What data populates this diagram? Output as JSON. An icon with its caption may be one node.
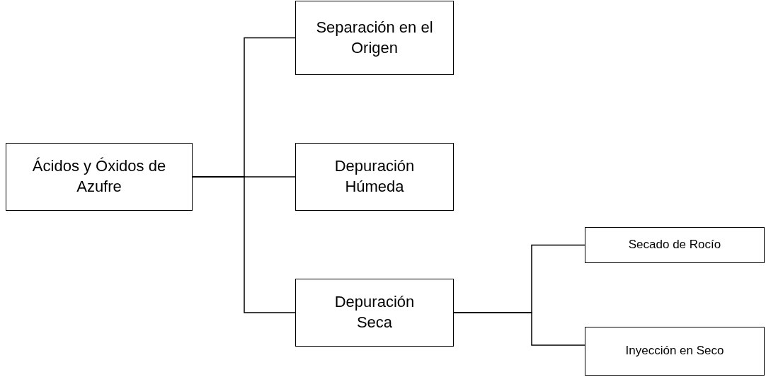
{
  "diagram": {
    "nodes": [
      {
        "text": [
          "Ácidos y Óxidos de Azufre"
        ]
      },
      {
        "text": [
          "Separación en el Origen"
        ]
      },
      {
        "text": [
          "Depuración Húmeda"
        ]
      },
      {
        "text": [
          "Depuración Seca"
        ]
      },
      {
        "text": [
          "Secado de Rocío"
        ]
      },
      {
        "text": [
          "Inyección en Seco"
        ]
      }
    ],
    "edges": [
      {
        "from": 0,
        "to": 1,
        "arrow": "none"
      },
      {
        "from": 0,
        "to": 2,
        "arrow": "none"
      },
      {
        "from": 0,
        "to": 3,
        "arrow": "none"
      },
      {
        "from": 3,
        "to": 4,
        "arrow": "none"
      },
      {
        "from": 3,
        "to": 5,
        "arrow": "none"
      }
    ]
  }
}
